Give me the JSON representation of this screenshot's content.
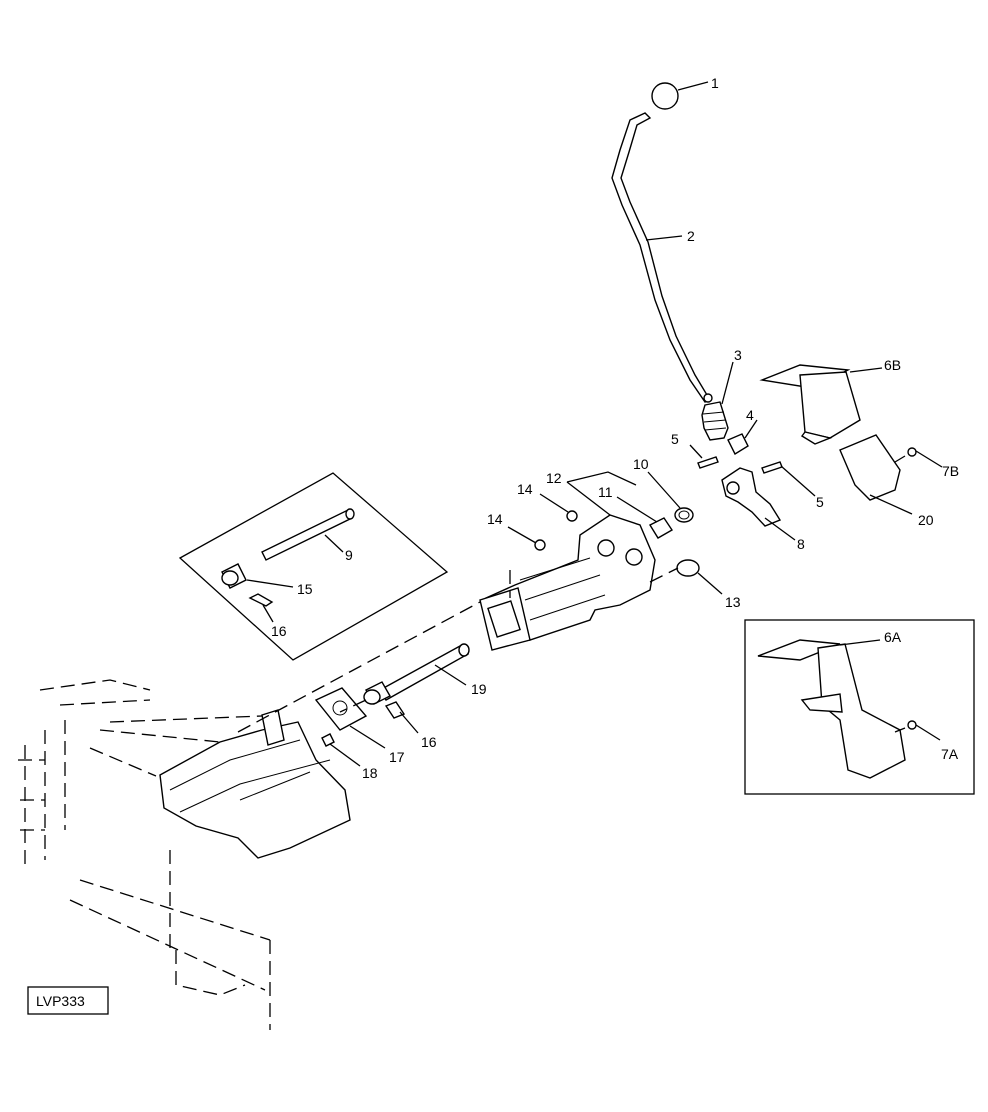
{
  "diagram": {
    "figure_id": "LVP333",
    "callouts": {
      "c1": "1",
      "c2": "2",
      "c3": "3",
      "c4": "4",
      "c5a": "5",
      "c5b": "5",
      "c6b": "6B",
      "c7b": "7B",
      "c20": "20",
      "c8": "8",
      "c10": "10",
      "c11": "11",
      "c12": "12",
      "c13": "13",
      "c14a": "14",
      "c14b": "14",
      "c9": "9",
      "c15": "15",
      "c16a": "16",
      "c19": "19",
      "c16b": "16",
      "c17": "17",
      "c18": "18",
      "c6a": "6A",
      "c7a": "7A"
    }
  }
}
